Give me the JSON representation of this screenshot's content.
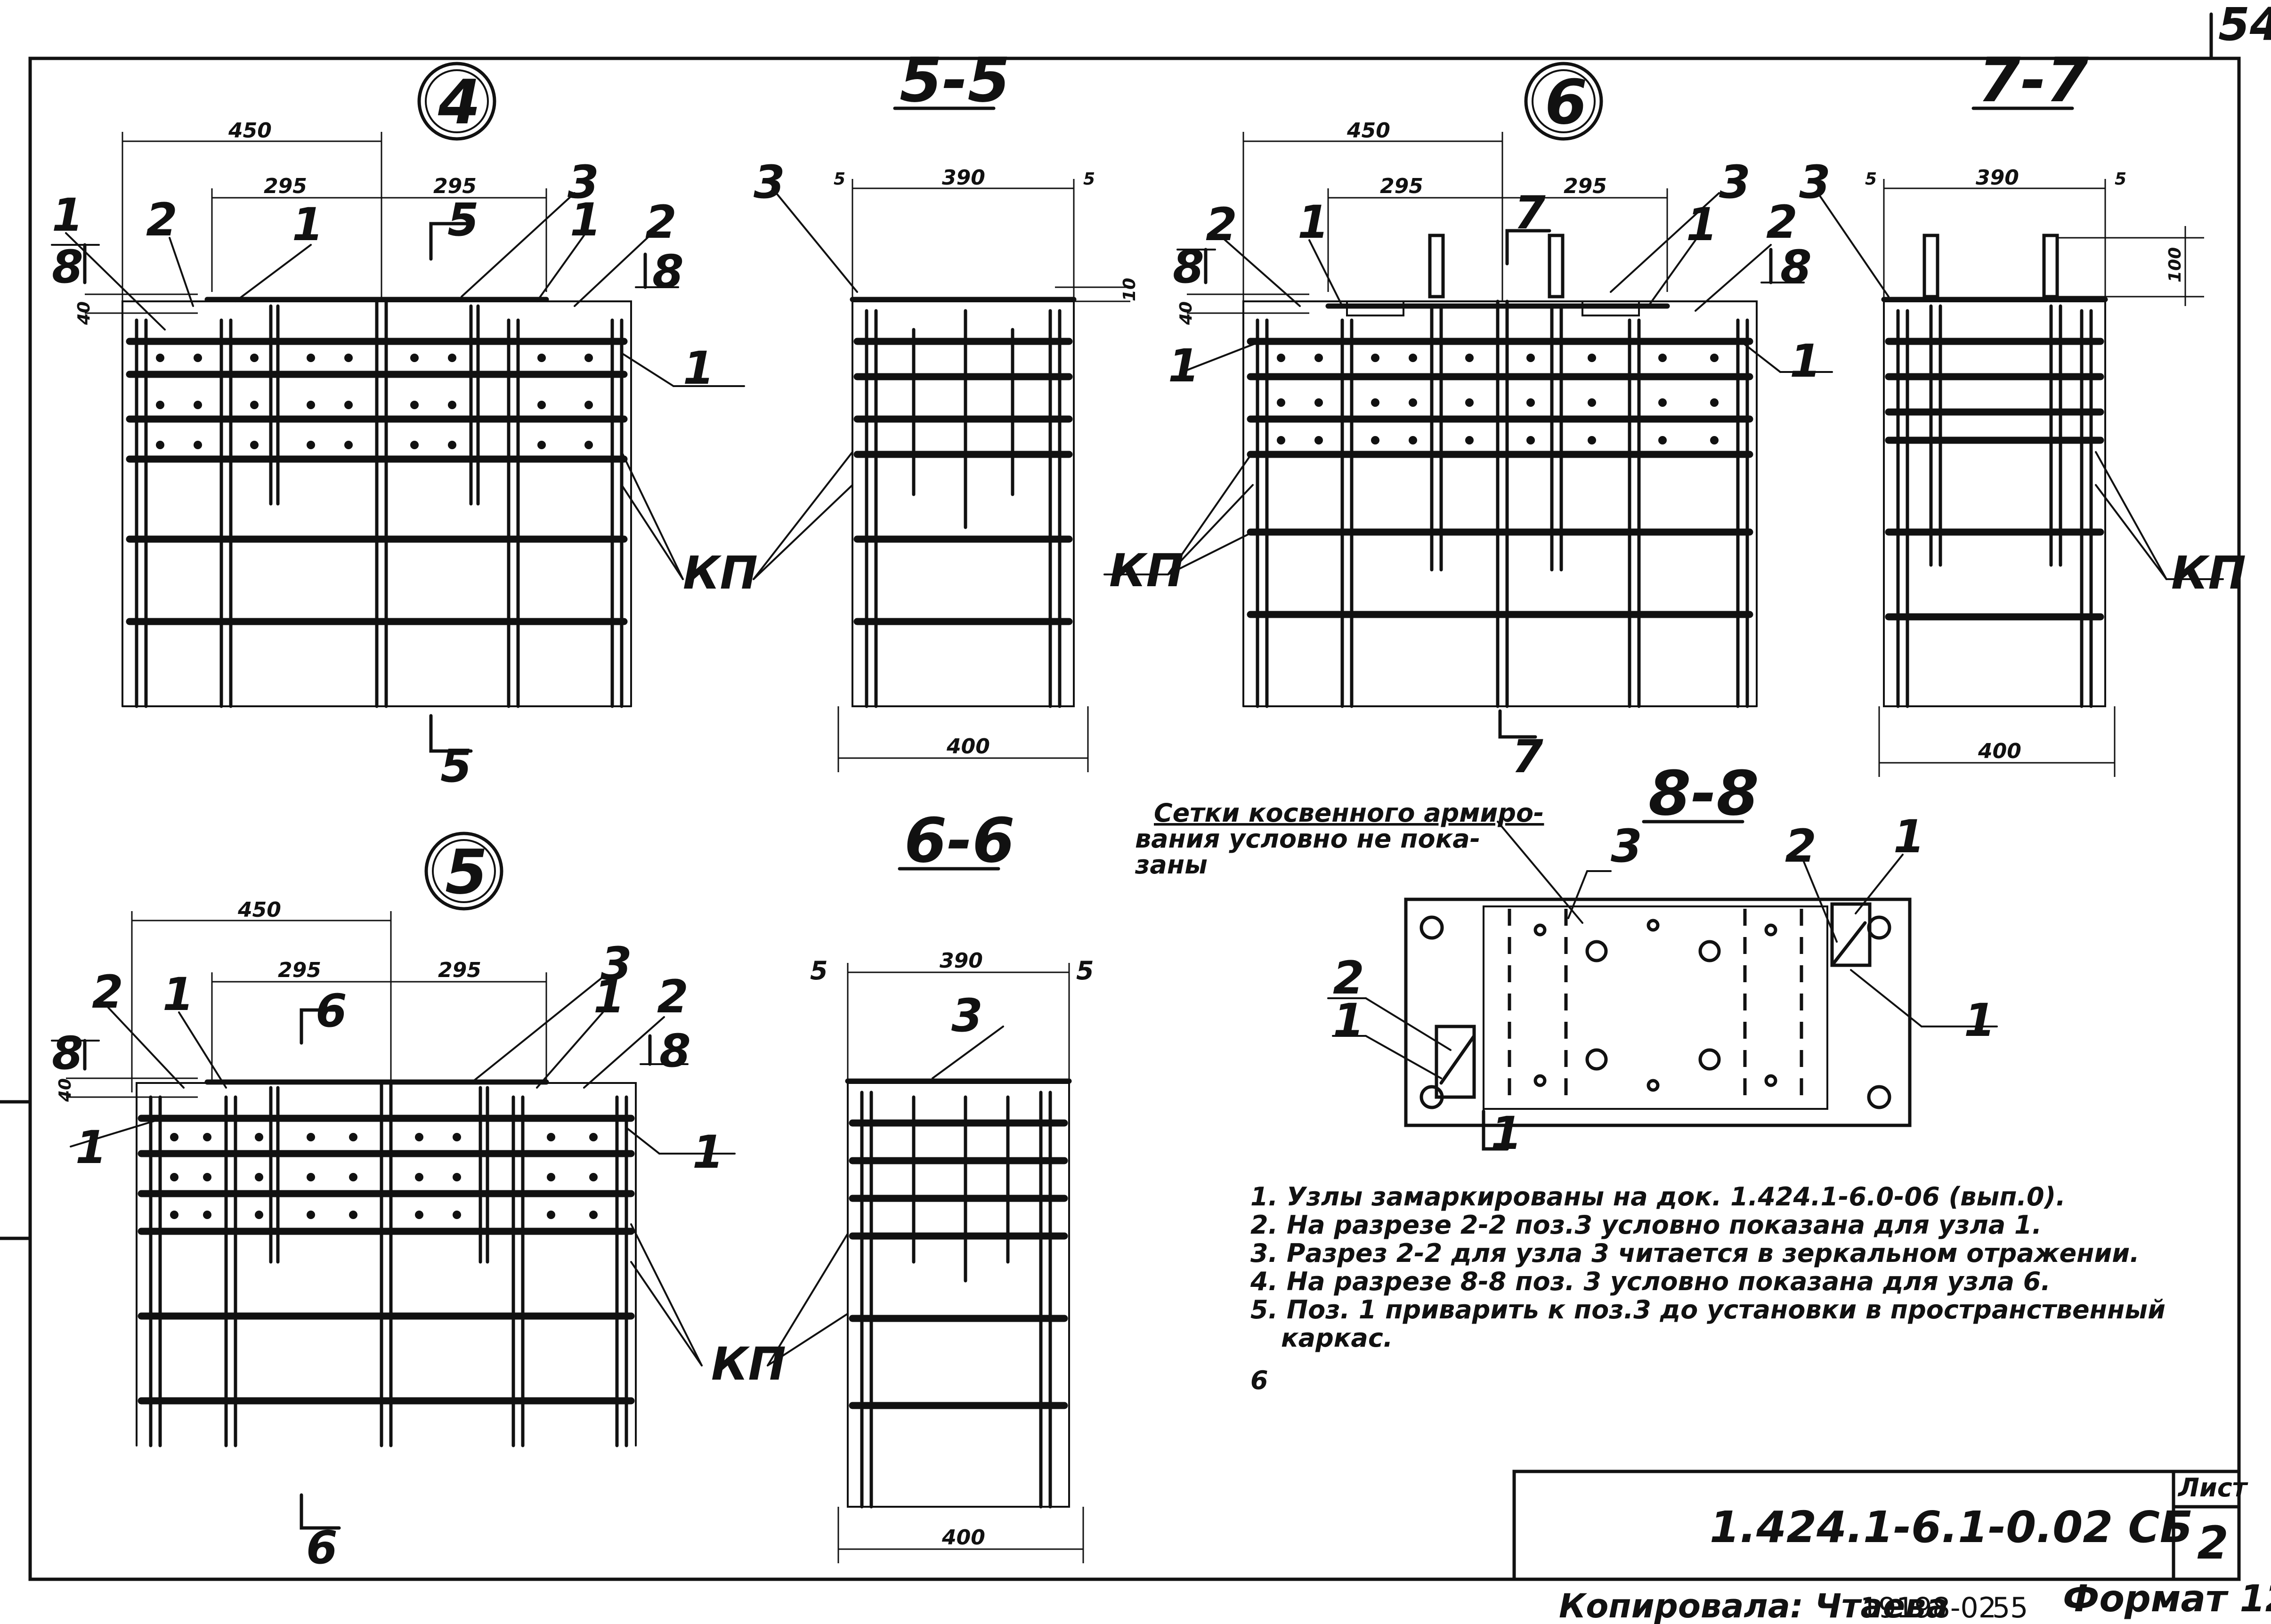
{
  "sheet": {
    "page_number": "54",
    "document_code": "1.424.1-6.1-0.02 СБ",
    "sheet_label": "Лист",
    "sheet_number": "2",
    "footer": {
      "copied_by": "Копировала: Чтаева",
      "copy_number": "19198-02",
      "page_ref": "55",
      "format": "Формат 12"
    }
  },
  "views": {
    "node4": {
      "node_label": "4"
    },
    "node5": {
      "node_label": "5"
    },
    "node6": {
      "node_label": "6"
    },
    "section55": {
      "title": "5-5"
    },
    "section66": {
      "title": "6-6"
    },
    "section77": {
      "title": "7-7"
    },
    "section88": {
      "title": "8-8"
    }
  },
  "dims": {
    "d450": "450",
    "d295": "295",
    "d390": "390",
    "d400": "400",
    "d40": "40",
    "d10": "10",
    "d100": "100",
    "d5": "5"
  },
  "markers": {
    "one": "1",
    "two": "2",
    "three": "3",
    "five": "5",
    "six": "6",
    "seven": "7",
    "eight": "8",
    "kp": "КП"
  },
  "side_note": [
    "Сетки косвенного армиро-",
    "вания условно не пока-",
    "заны"
  ],
  "notes": [
    "1. Узлы замаркированы на док. 1.424.1-6.0-06 (вып.0).",
    "2. На разрезе 2-2 поз.3 условно показана для узла 1.",
    "3. Разрез 2-2 для узла 3 читается в зеркальном отражении.",
    "4. На разрезе 8-8 поз. 3 условно показана для узла 6.",
    "5. Поз. 1 приварить к поз.3 до установки в пространственный",
    "каркас.",
    "6"
  ]
}
